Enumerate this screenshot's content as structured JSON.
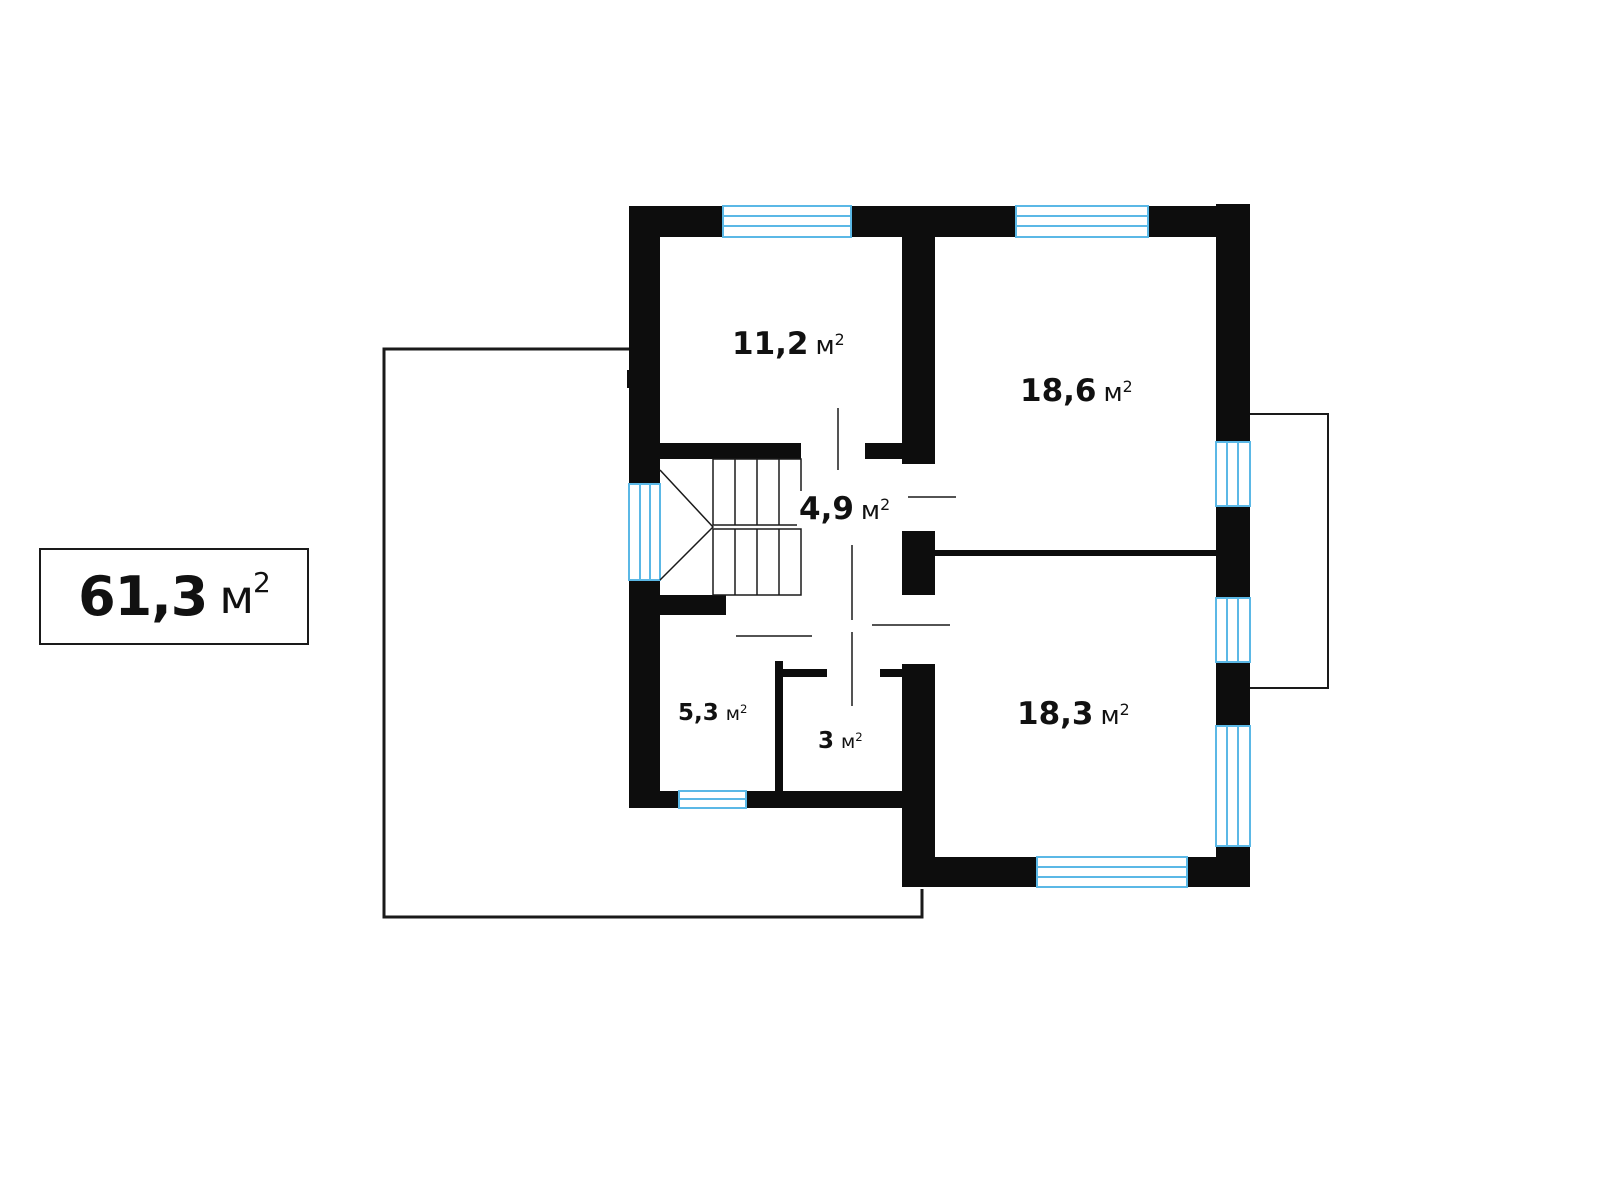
{
  "total_area": {
    "value": "61,3",
    "unit": "м",
    "power": "2"
  },
  "rooms": [
    {
      "id": "room-nw",
      "value": "11,2",
      "unit": "м",
      "power": "2"
    },
    {
      "id": "room-ne",
      "value": "18,6",
      "unit": "м",
      "power": "2"
    },
    {
      "id": "hall",
      "value": "4,9",
      "unit": "м",
      "power": "2"
    },
    {
      "id": "room-se",
      "value": "18,3",
      "unit": "м",
      "power": "2"
    },
    {
      "id": "bath",
      "value": "5,3",
      "unit": "м",
      "power": "2"
    },
    {
      "id": "closet",
      "value": "3",
      "unit": "м",
      "power": "2"
    }
  ],
  "colors": {
    "wall": "#0d0d0d",
    "window": "#5bb8e6",
    "outline": "#1a1a1a"
  }
}
